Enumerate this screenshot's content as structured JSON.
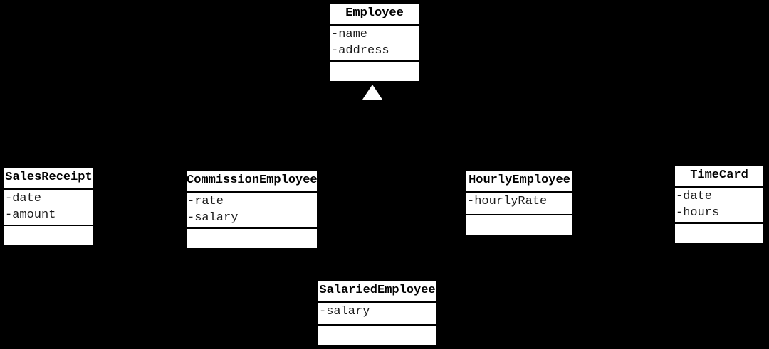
{
  "diagram": {
    "type": "uml-class-diagram",
    "colors": {
      "background": "#000000",
      "box_fill": "#ffffff",
      "box_border": "#000000",
      "text": "#000000",
      "triangle_fill": "#ffffff"
    },
    "inheritance_marker": {
      "icon": "hollow-triangle-up-icon",
      "attached_to": "Employee"
    }
  },
  "classes": [
    {
      "name": "Employee",
      "attributes": [
        "-name",
        "-address"
      ]
    },
    {
      "name": "SalesReceipt",
      "attributes": [
        "-date",
        "-amount"
      ]
    },
    {
      "name": "CommissionEmployee",
      "attributes": [
        "-rate",
        "-salary"
      ]
    },
    {
      "name": "HourlyEmployee",
      "attributes": [
        "-hourlyRate"
      ]
    },
    {
      "name": "TimeCard",
      "attributes": [
        "-date",
        "-hours"
      ]
    },
    {
      "name": "SalariedEmployee",
      "attributes": [
        "-salary"
      ]
    }
  ]
}
